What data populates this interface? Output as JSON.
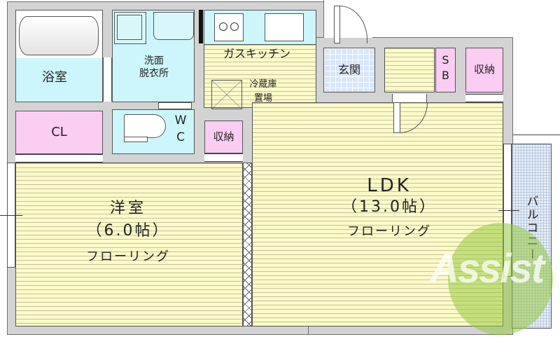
{
  "floor_plan": {
    "rooms": {
      "bathroom": {
        "label": "浴室"
      },
      "washroom": {
        "label_line1": "洗面",
        "label_line2": "脱衣所"
      },
      "kitchen": {
        "label": "ガスキッチン"
      },
      "fridge": {
        "label_line1": "冷蔵庫",
        "label_line2": "置場"
      },
      "entrance": {
        "label": "玄関"
      },
      "shoebox": {
        "label_line1": "S",
        "label_line2": "B"
      },
      "storage_top": {
        "label": "収納"
      },
      "closet": {
        "label": "CL"
      },
      "toilet": {
        "label_line1": "W",
        "label_line2": "C"
      },
      "storage_mid": {
        "label": "収納"
      },
      "western_room": {
        "name": "洋室",
        "size": "（6.0帖）",
        "floor": "フローリング"
      },
      "ldk": {
        "name": "LDK",
        "size": "（13.0帖）",
        "floor": "フローリング"
      },
      "balcony": {
        "label": "バルコニー"
      }
    },
    "watermark": {
      "text": "Assist"
    },
    "colors": {
      "wall": "#d3d3d3",
      "wet_area": "#ccf6fb",
      "storage": "#fbcdf3",
      "flooring": "#fcfac8",
      "entrance_tile": "#d7e6fb",
      "watermark_green": "#9ccc3c",
      "watermark_red": "#e05a4a"
    }
  }
}
